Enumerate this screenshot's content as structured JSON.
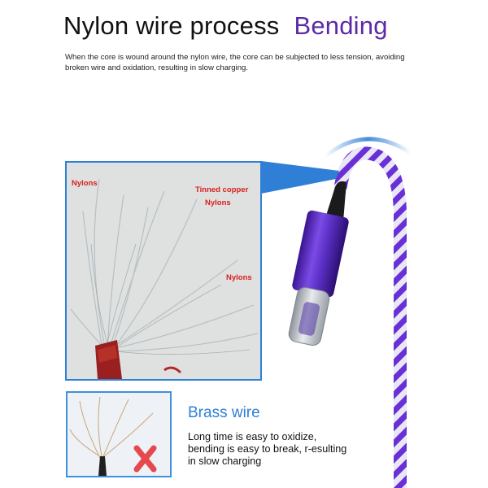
{
  "header": {
    "title": "Nylon wire process",
    "accent_word": "Bending"
  },
  "intro": {
    "text": "When the core is wound around the nylon wire, the core can be subjected to less tension, avoiding broken wire and oxidation, resulting in slow charging."
  },
  "photo": {
    "labels": {
      "nylons_top_left": "Nylons",
      "tinned_copper": "Tinned copper",
      "nylons_middle": "Nylons",
      "nylons_bottom_right": "Nylons"
    }
  },
  "brass": {
    "title": "Brass wire",
    "description": "Long time is easy to oxidize, bending is easy to break, r-esulting in slow charging"
  },
  "colors": {
    "accent_purple": "#5b2aa8",
    "frame_blue": "#2f7fd6",
    "label_red": "#d8201c",
    "cross_red": "#e5484d",
    "cable_purple": "#6a2fd6"
  },
  "icons": {
    "cross": "cross-mark-icon"
  }
}
